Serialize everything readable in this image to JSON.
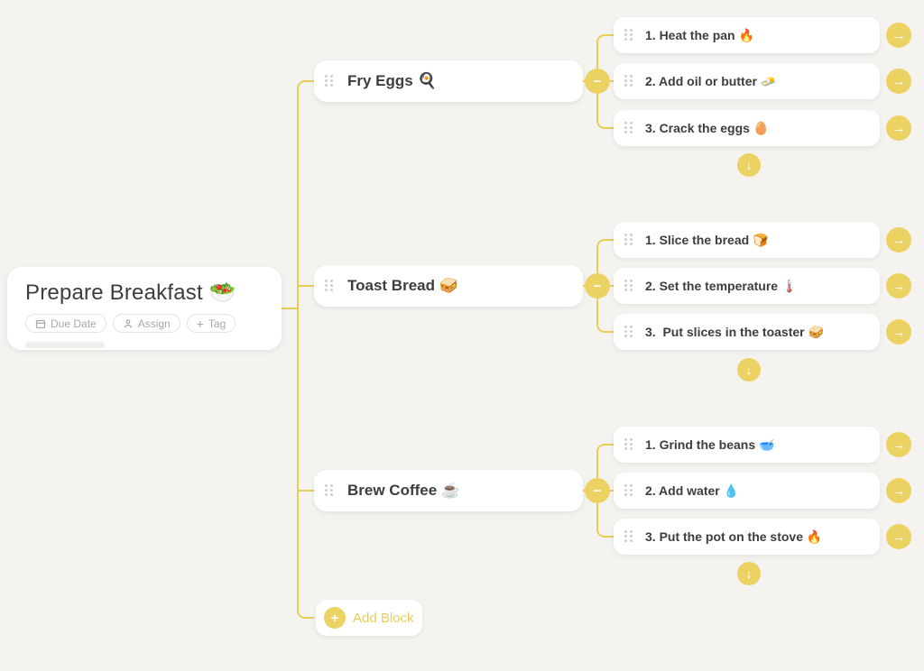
{
  "colors": {
    "background": "#F4F3F0",
    "accent": "#EACD57",
    "accent_circle": "#ECD262",
    "card": "#FFFFFF",
    "text_dark": "#3D3D3D",
    "text_muted": "#A8A8A4"
  },
  "root": {
    "title": "Prepare Breakfast 🥗",
    "buttons": [
      {
        "label": "Due Date",
        "icon": "calendar-icon"
      },
      {
        "label": "Assign",
        "icon": "person-icon"
      },
      {
        "label": "Tag",
        "icon": "plus-icon"
      }
    ]
  },
  "branches": [
    {
      "title": "Fry Eggs 🍳",
      "children": [
        "1. Heat the pan 🔥",
        "2. Add oil or butter 🧈",
        "3. Crack the eggs 🥚"
      ]
    },
    {
      "title": "Toast Bread 🥪",
      "children": [
        "1. Slice the bread 🍞",
        "2. Set the temperature 🌡️",
        "3.  Put slices in the toaster 🥪"
      ]
    },
    {
      "title": "Brew Coffee ☕",
      "children": [
        "1. Grind the beans 🥣",
        "2. Add water 💧",
        "3. Put the pot on the stove 🔥"
      ]
    }
  ],
  "add_block": {
    "label": "Add Block"
  },
  "icons": {
    "collapse": "−",
    "open": "→",
    "add_below": "↓",
    "plus": "+"
  }
}
